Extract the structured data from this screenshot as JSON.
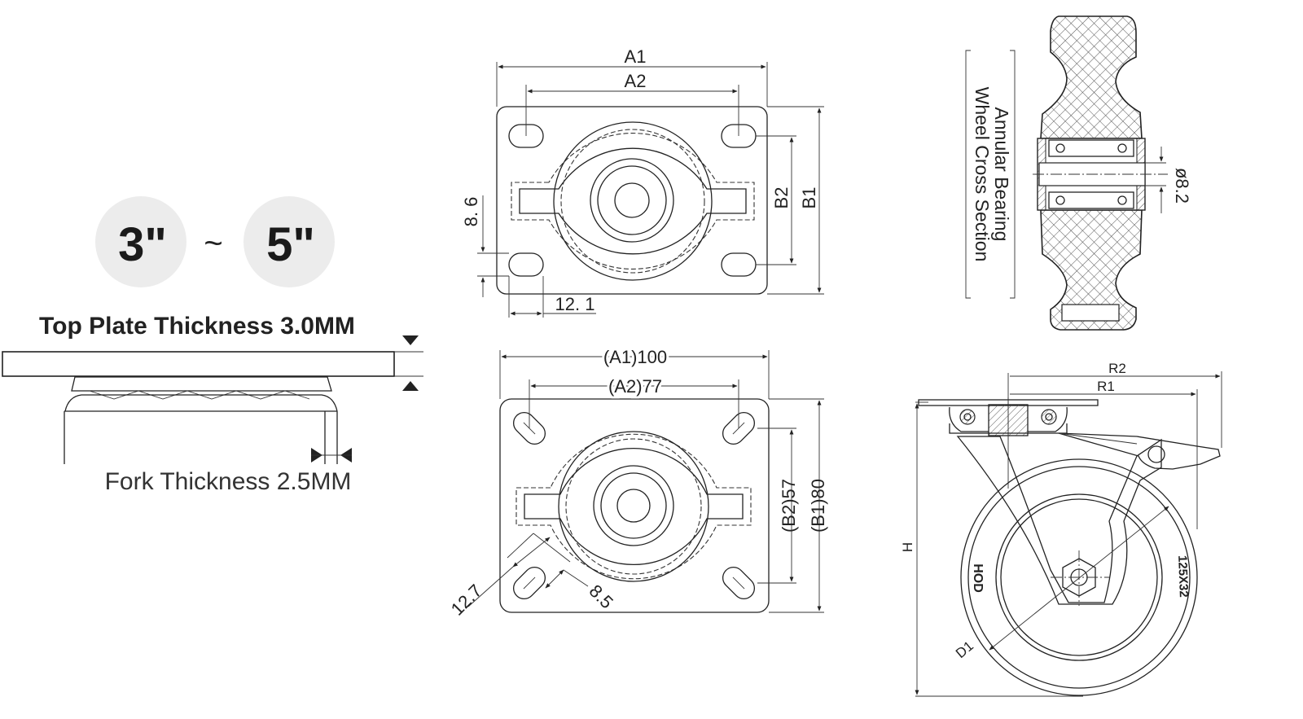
{
  "size_badges": {
    "small": "3\"",
    "separator": "~",
    "large": "5\""
  },
  "top_plate_label": "Top Plate Thickness 3.0MM",
  "fork_label": "Fork Thickness 2.5MM",
  "bearing_label": {
    "line1": "Annular Bearing",
    "line2": "Wheel Cross Section"
  },
  "top_plate_view": {
    "a1": "A1",
    "a2": "A2",
    "b1": "B1",
    "b2": "B2",
    "slot_height": "8. 6",
    "slot_width": "12. 1"
  },
  "plate_example_view": {
    "a1": "(A1)100",
    "a2": "(A2)77",
    "b1": "(B1)80",
    "b2": "(B2)57",
    "slot_length": "12.7",
    "slot_width": "8.5"
  },
  "cross_section": {
    "axle": "ø8.2"
  },
  "side_view": {
    "r1": "R1",
    "r2": "R2",
    "height": "H",
    "diameter": "D1",
    "brand": "HOD",
    "wheel_size": "125X32"
  },
  "colors": {
    "badge_bg": "#ececec",
    "line": "#222222"
  }
}
